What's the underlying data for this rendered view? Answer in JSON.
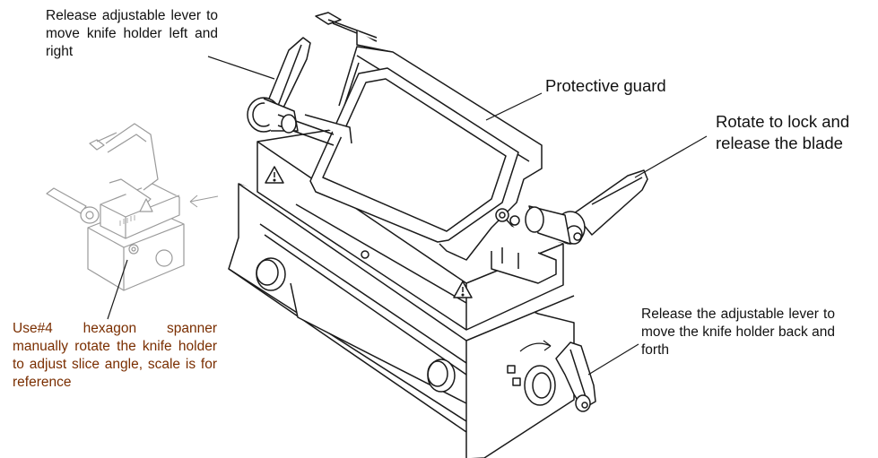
{
  "labels": {
    "lever_left_right": "Release adjustable lever to move knife holder left and right",
    "protective_guard": "Protective guard",
    "rotate_lock": "Rotate to lock and release the blade",
    "lever_back_forth": "Release the adjustable lever to move the knife holder back and forth",
    "hex_spanner": "Use#4 hexagon spanner manually rotate the knife holder to adjust slice angle, scale is for reference"
  },
  "colors": {
    "line": "#1a1a1a",
    "inset_line": "#9a9a9a",
    "callout_text_accent": "#7a2e00"
  },
  "icons": [
    "warning-triangle-icon",
    "rotation-arrow-icon",
    "lock-icon",
    "unlock-icon"
  ]
}
